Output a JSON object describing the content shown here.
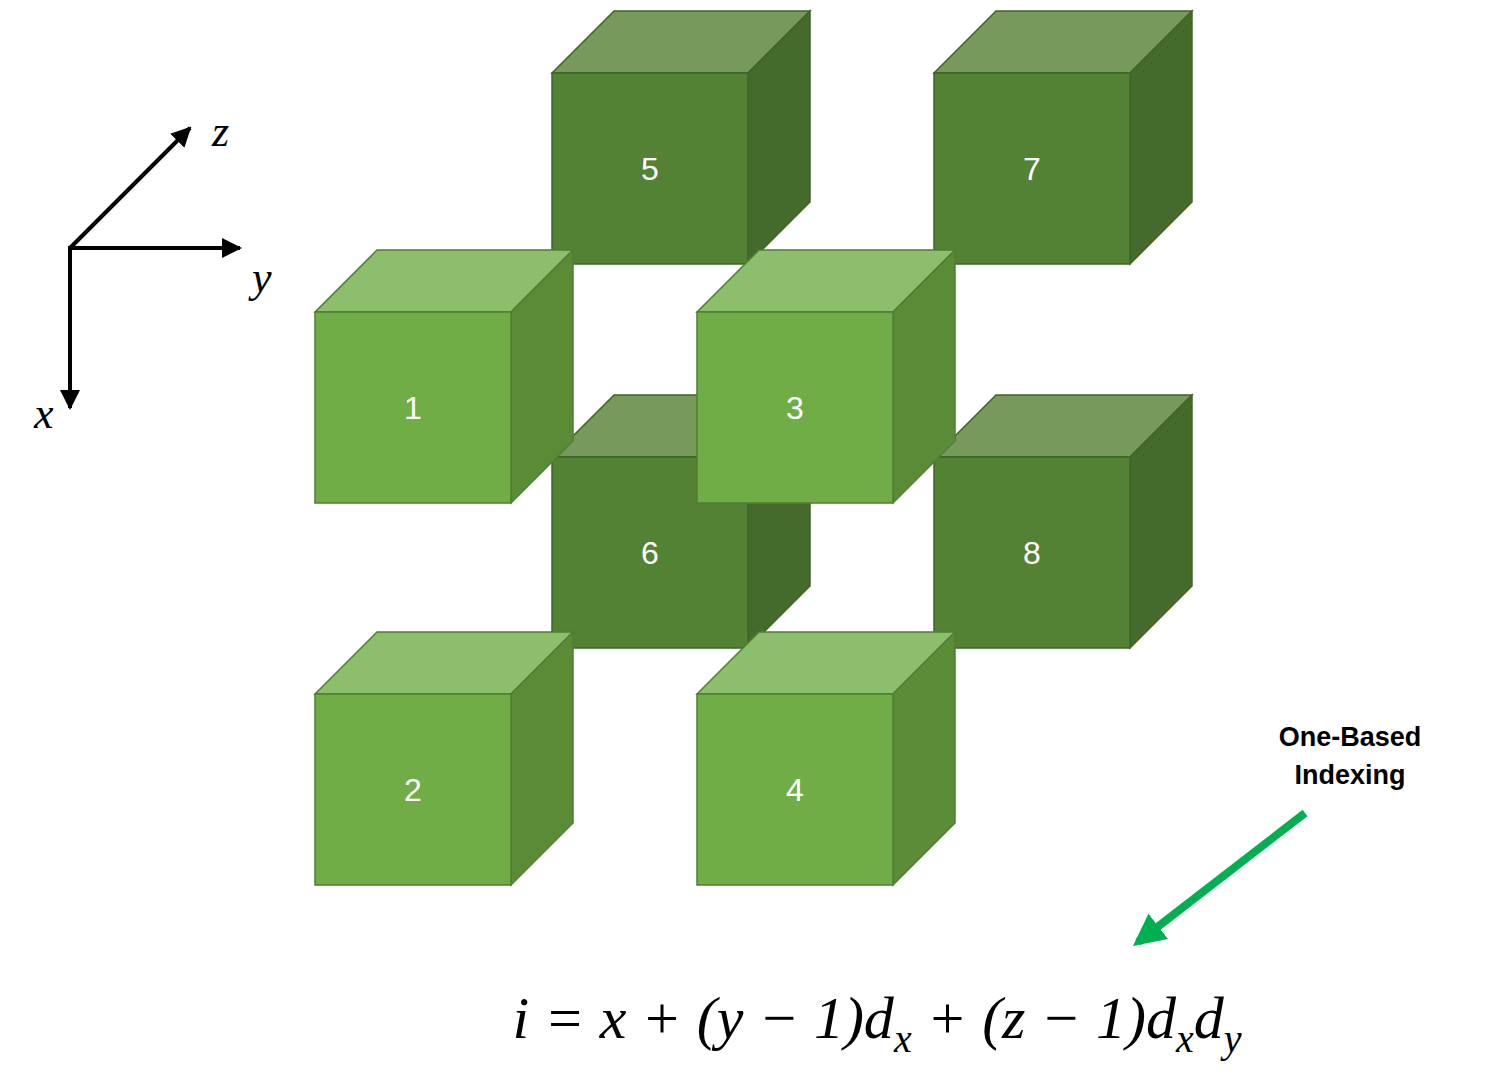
{
  "diagram": {
    "nodes": [
      {
        "text": [
          "5"
        ]
      },
      {
        "text": [
          "7"
        ]
      },
      {
        "text": [
          "1"
        ]
      },
      {
        "text": [
          "3"
        ]
      },
      {
        "text": [
          "6"
        ]
      },
      {
        "text": [
          "8"
        ]
      },
      {
        "text": [
          "2"
        ]
      },
      {
        "text": [
          "4"
        ]
      }
    ],
    "labels": [
      "z",
      "y",
      "x",
      "One-Based Indexing",
      "i = x + (y − 1)d",
      "x",
      "+ (z − 1)d",
      "x",
      "d",
      "y"
    ]
  }
}
